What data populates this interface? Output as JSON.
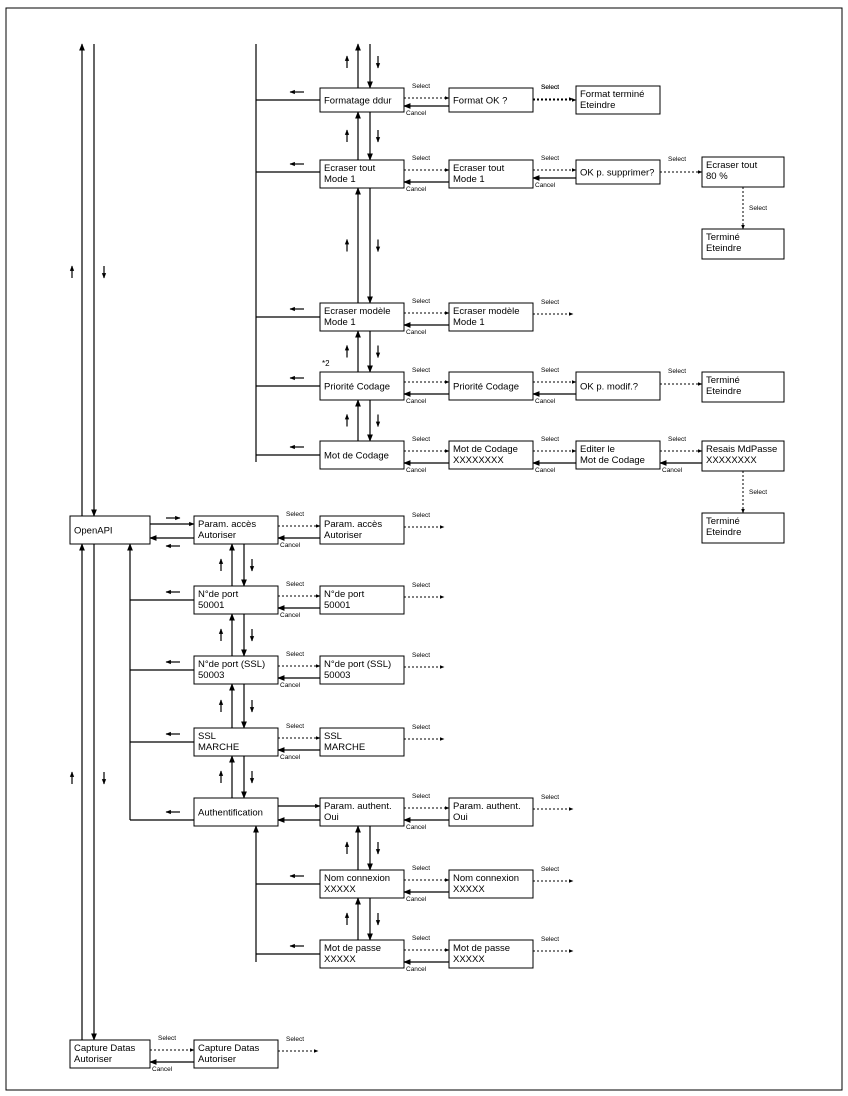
{
  "labels": {
    "select": "Select",
    "cancel": "Cancel",
    "note2": "*2"
  },
  "boxes": {
    "format": [
      "Formatage ddur",
      ""
    ],
    "format_ok": [
      "Format OK ?",
      ""
    ],
    "format_done": [
      "Format terminé",
      "Eteindre"
    ],
    "erase_all": [
      "Ecraser tout",
      "Mode 1"
    ],
    "erase_all_2": [
      "Ecraser tout",
      "Mode 1"
    ],
    "ok_delete": [
      "OK p. supprimer?",
      ""
    ],
    "erase_progress": [
      "Ecraser tout",
      "80 %"
    ],
    "erase_done": [
      "Terminé",
      "Eteindre"
    ],
    "erase_tpl": [
      "Ecraser modèle",
      "Mode 1"
    ],
    "erase_tpl_2": [
      "Ecraser modèle",
      "Mode 1"
    ],
    "prio": [
      "Priorité Codage",
      ""
    ],
    "prio_2": [
      "Priorité Codage",
      ""
    ],
    "ok_modif": [
      "OK p. modif.?",
      ""
    ],
    "prio_done": [
      "Terminé",
      "Eteindre"
    ],
    "code_word": [
      "Mot de Codage",
      ""
    ],
    "code_word_2": [
      "Mot de Codage",
      "XXXXXXXX"
    ],
    "code_edit": [
      "Editer le",
      "Mot de Codage"
    ],
    "code_retype": [
      "Resais MdPasse",
      "XXXXXXXX"
    ],
    "code_done": [
      "Terminé",
      "Eteindre"
    ],
    "openapi": [
      "OpenAPI",
      ""
    ],
    "access": [
      "Param. accès",
      "Autoriser"
    ],
    "access_2": [
      "Param. accès",
      "Autoriser"
    ],
    "port": [
      "N°de port",
      "50001"
    ],
    "port_2": [
      "N°de port",
      "50001"
    ],
    "port_ssl": [
      "N°de port (SSL)",
      "50003"
    ],
    "port_ssl_2": [
      "N°de port (SSL)",
      "50003"
    ],
    "ssl": [
      "SSL",
      "MARCHE"
    ],
    "ssl_2": [
      "SSL",
      "MARCHE"
    ],
    "auth": [
      "Authentification",
      ""
    ],
    "auth_param": [
      "Param. authent.",
      "Oui"
    ],
    "auth_param_2": [
      "Param. authent.",
      "Oui"
    ],
    "login": [
      "Nom connexion",
      "XXXXX"
    ],
    "login_2": [
      "Nom connexion",
      "XXXXX"
    ],
    "password": [
      "Mot de passe",
      "XXXXX"
    ],
    "password_2": [
      "Mot de passe",
      "XXXXX"
    ],
    "capture": [
      "Capture Datas",
      "Autoriser"
    ],
    "capture_2": [
      "Capture Datas",
      "Autoriser"
    ]
  }
}
